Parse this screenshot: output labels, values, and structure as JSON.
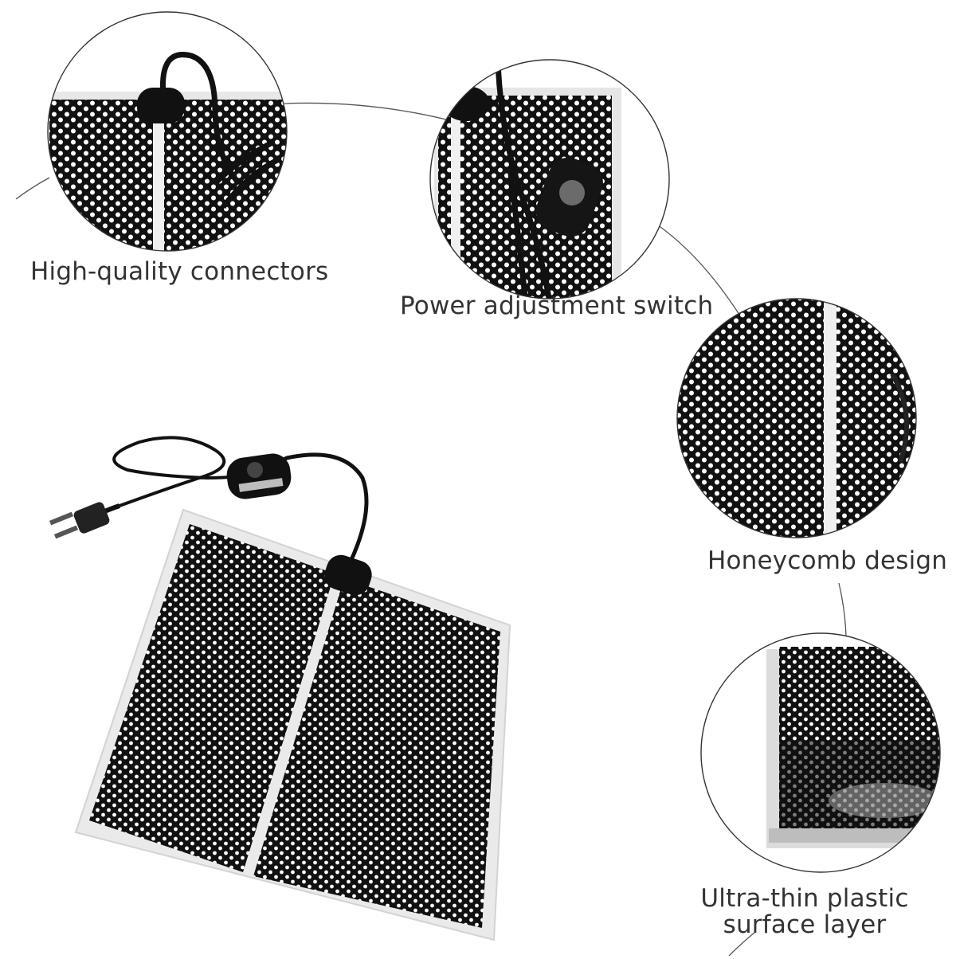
{
  "features": [
    {
      "id": "connectors",
      "label": "High-quality connectors",
      "icon": "connector-closeup-icon"
    },
    {
      "id": "switch",
      "label": "Power adjustment switch",
      "icon": "dimmer-switch-closeup-icon"
    },
    {
      "id": "honeycomb",
      "label": "Honeycomb design",
      "icon": "honeycomb-closeup-icon"
    },
    {
      "id": "surface",
      "label": "Ultra-thin plastic surface layer",
      "icon": "plastic-edge-closeup-icon"
    }
  ],
  "colors": {
    "background": "#ffffff",
    "panel": "#111111",
    "frame": "#e9e9e9",
    "dots": "#ffffff",
    "text": "#333333",
    "line": "#555555"
  }
}
